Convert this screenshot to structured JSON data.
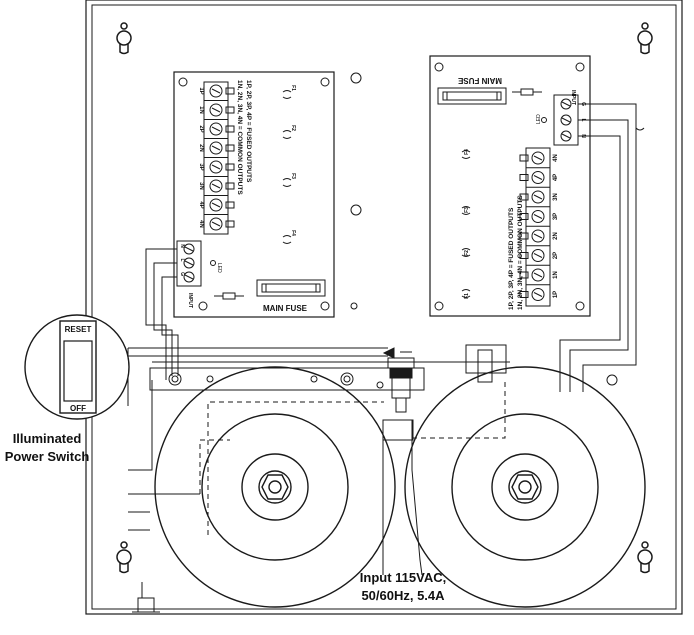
{
  "callouts": {
    "switch_label_line1": "Illuminated",
    "switch_label_line2": "Power Switch",
    "input_line1": "Input 115VAC,",
    "input_line2": "50/60Hz, 5.4A"
  },
  "switch": {
    "reset_label": "RESET",
    "off_label": "OFF"
  },
  "left_board": {
    "main_fuse_label": "MAIN FUSE",
    "fused_outputs_text": "1P, 2P, 3P, 4P = FUSED OUTPUTS",
    "common_outputs_text": "1N, 2N, 3N, 4N = COMMON OUTPUTS",
    "terminals": [
      "1P",
      "1N",
      "2P",
      "2N",
      "3P",
      "3N",
      "4P",
      "4N"
    ],
    "fuses": [
      "F1",
      "F2",
      "F3",
      "F4"
    ],
    "input_label": "INPUT",
    "input_terminals": [
      "N",
      "L",
      "G"
    ],
    "led_label": "LED"
  },
  "right_board": {
    "main_fuse_label": "MAIN FUSE",
    "fused_outputs_text": "1P, 2P, 3P, 4P = FUSED OUTPUTS",
    "common_outputs_text": "1N, 2N, 3N, 4N = COMMON OUTPUTS",
    "terminals": [
      "4N",
      "4P",
      "3N",
      "3P",
      "2N",
      "2P",
      "1N",
      "1P"
    ],
    "fuses": [
      "F4",
      "F3",
      "F2",
      "F1"
    ],
    "input_label": "INPUT",
    "input_terminals": [
      "G",
      "L",
      "N"
    ],
    "led_label": "LED"
  }
}
